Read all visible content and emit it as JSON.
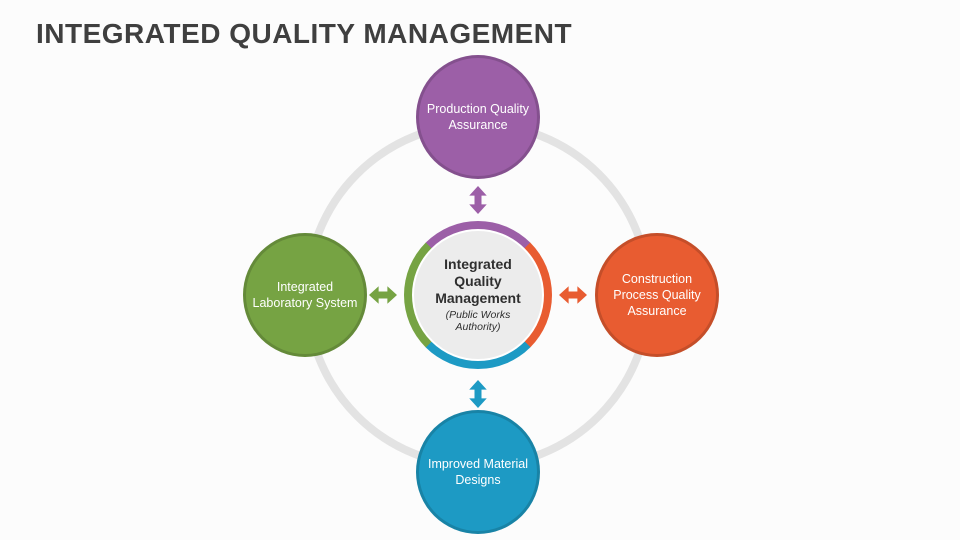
{
  "title": "INTEGRATED QUALITY MANAGEMENT",
  "colors": {
    "purple": "#9c5fa7",
    "green": "#76a343",
    "orange": "#e85c31",
    "blue": "#1d9ac4",
    "ring": "#e3e3e3",
    "title-text": "#3f3f3f",
    "center-fill": "#ececec",
    "center-text": "#2f2f2f"
  },
  "center": {
    "title": "Integrated Quality Management",
    "subtitle": "(Public Works Authority)"
  },
  "nodes": {
    "top": {
      "label": "Production Quality Assurance"
    },
    "left": {
      "label": "Integrated Laboratory System"
    },
    "right": {
      "label": "Construction Process Quality Assurance"
    },
    "bottom": {
      "label": "Improved Material Designs"
    }
  }
}
